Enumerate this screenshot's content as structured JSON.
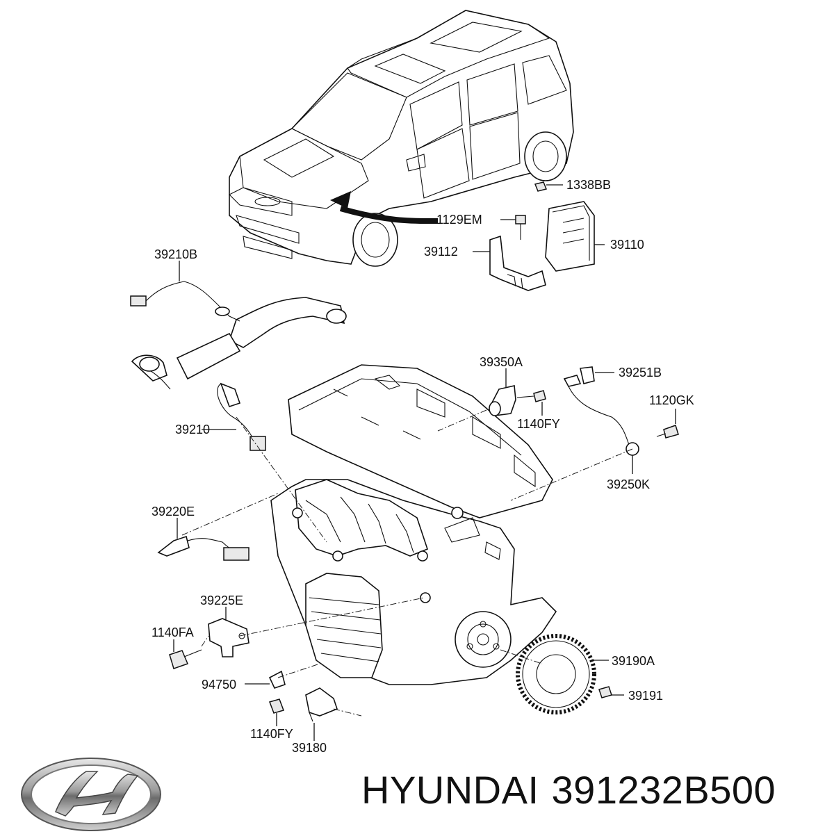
{
  "diagram": {
    "labels": [
      {
        "id": "1338BB",
        "text": "1338BB"
      },
      {
        "id": "1129EM",
        "text": "1129EM"
      },
      {
        "id": "39110",
        "text": "39110"
      },
      {
        "id": "39112",
        "text": "39112"
      },
      {
        "id": "39210B",
        "text": "39210B"
      },
      {
        "id": "39350A",
        "text": "39350A"
      },
      {
        "id": "39251B",
        "text": "39251B"
      },
      {
        "id": "1120GK",
        "text": "1120GK"
      },
      {
        "id": "1140FY_top",
        "text": "1140FY"
      },
      {
        "id": "39210",
        "text": "39210"
      },
      {
        "id": "39250K",
        "text": "39250K"
      },
      {
        "id": "39220E",
        "text": "39220E"
      },
      {
        "id": "39225E",
        "text": "39225E"
      },
      {
        "id": "1140FA",
        "text": "1140FA"
      },
      {
        "id": "39190A",
        "text": "39190A"
      },
      {
        "id": "94750",
        "text": "94750"
      },
      {
        "id": "39191",
        "text": "39191"
      },
      {
        "id": "1140FY_bottom",
        "text": "1140FY"
      },
      {
        "id": "39180",
        "text": "39180"
      }
    ]
  },
  "footer": {
    "brand": "HYUNDAI",
    "part_number": "391232B500",
    "logo_icon": "hyundai-logo-icon"
  }
}
